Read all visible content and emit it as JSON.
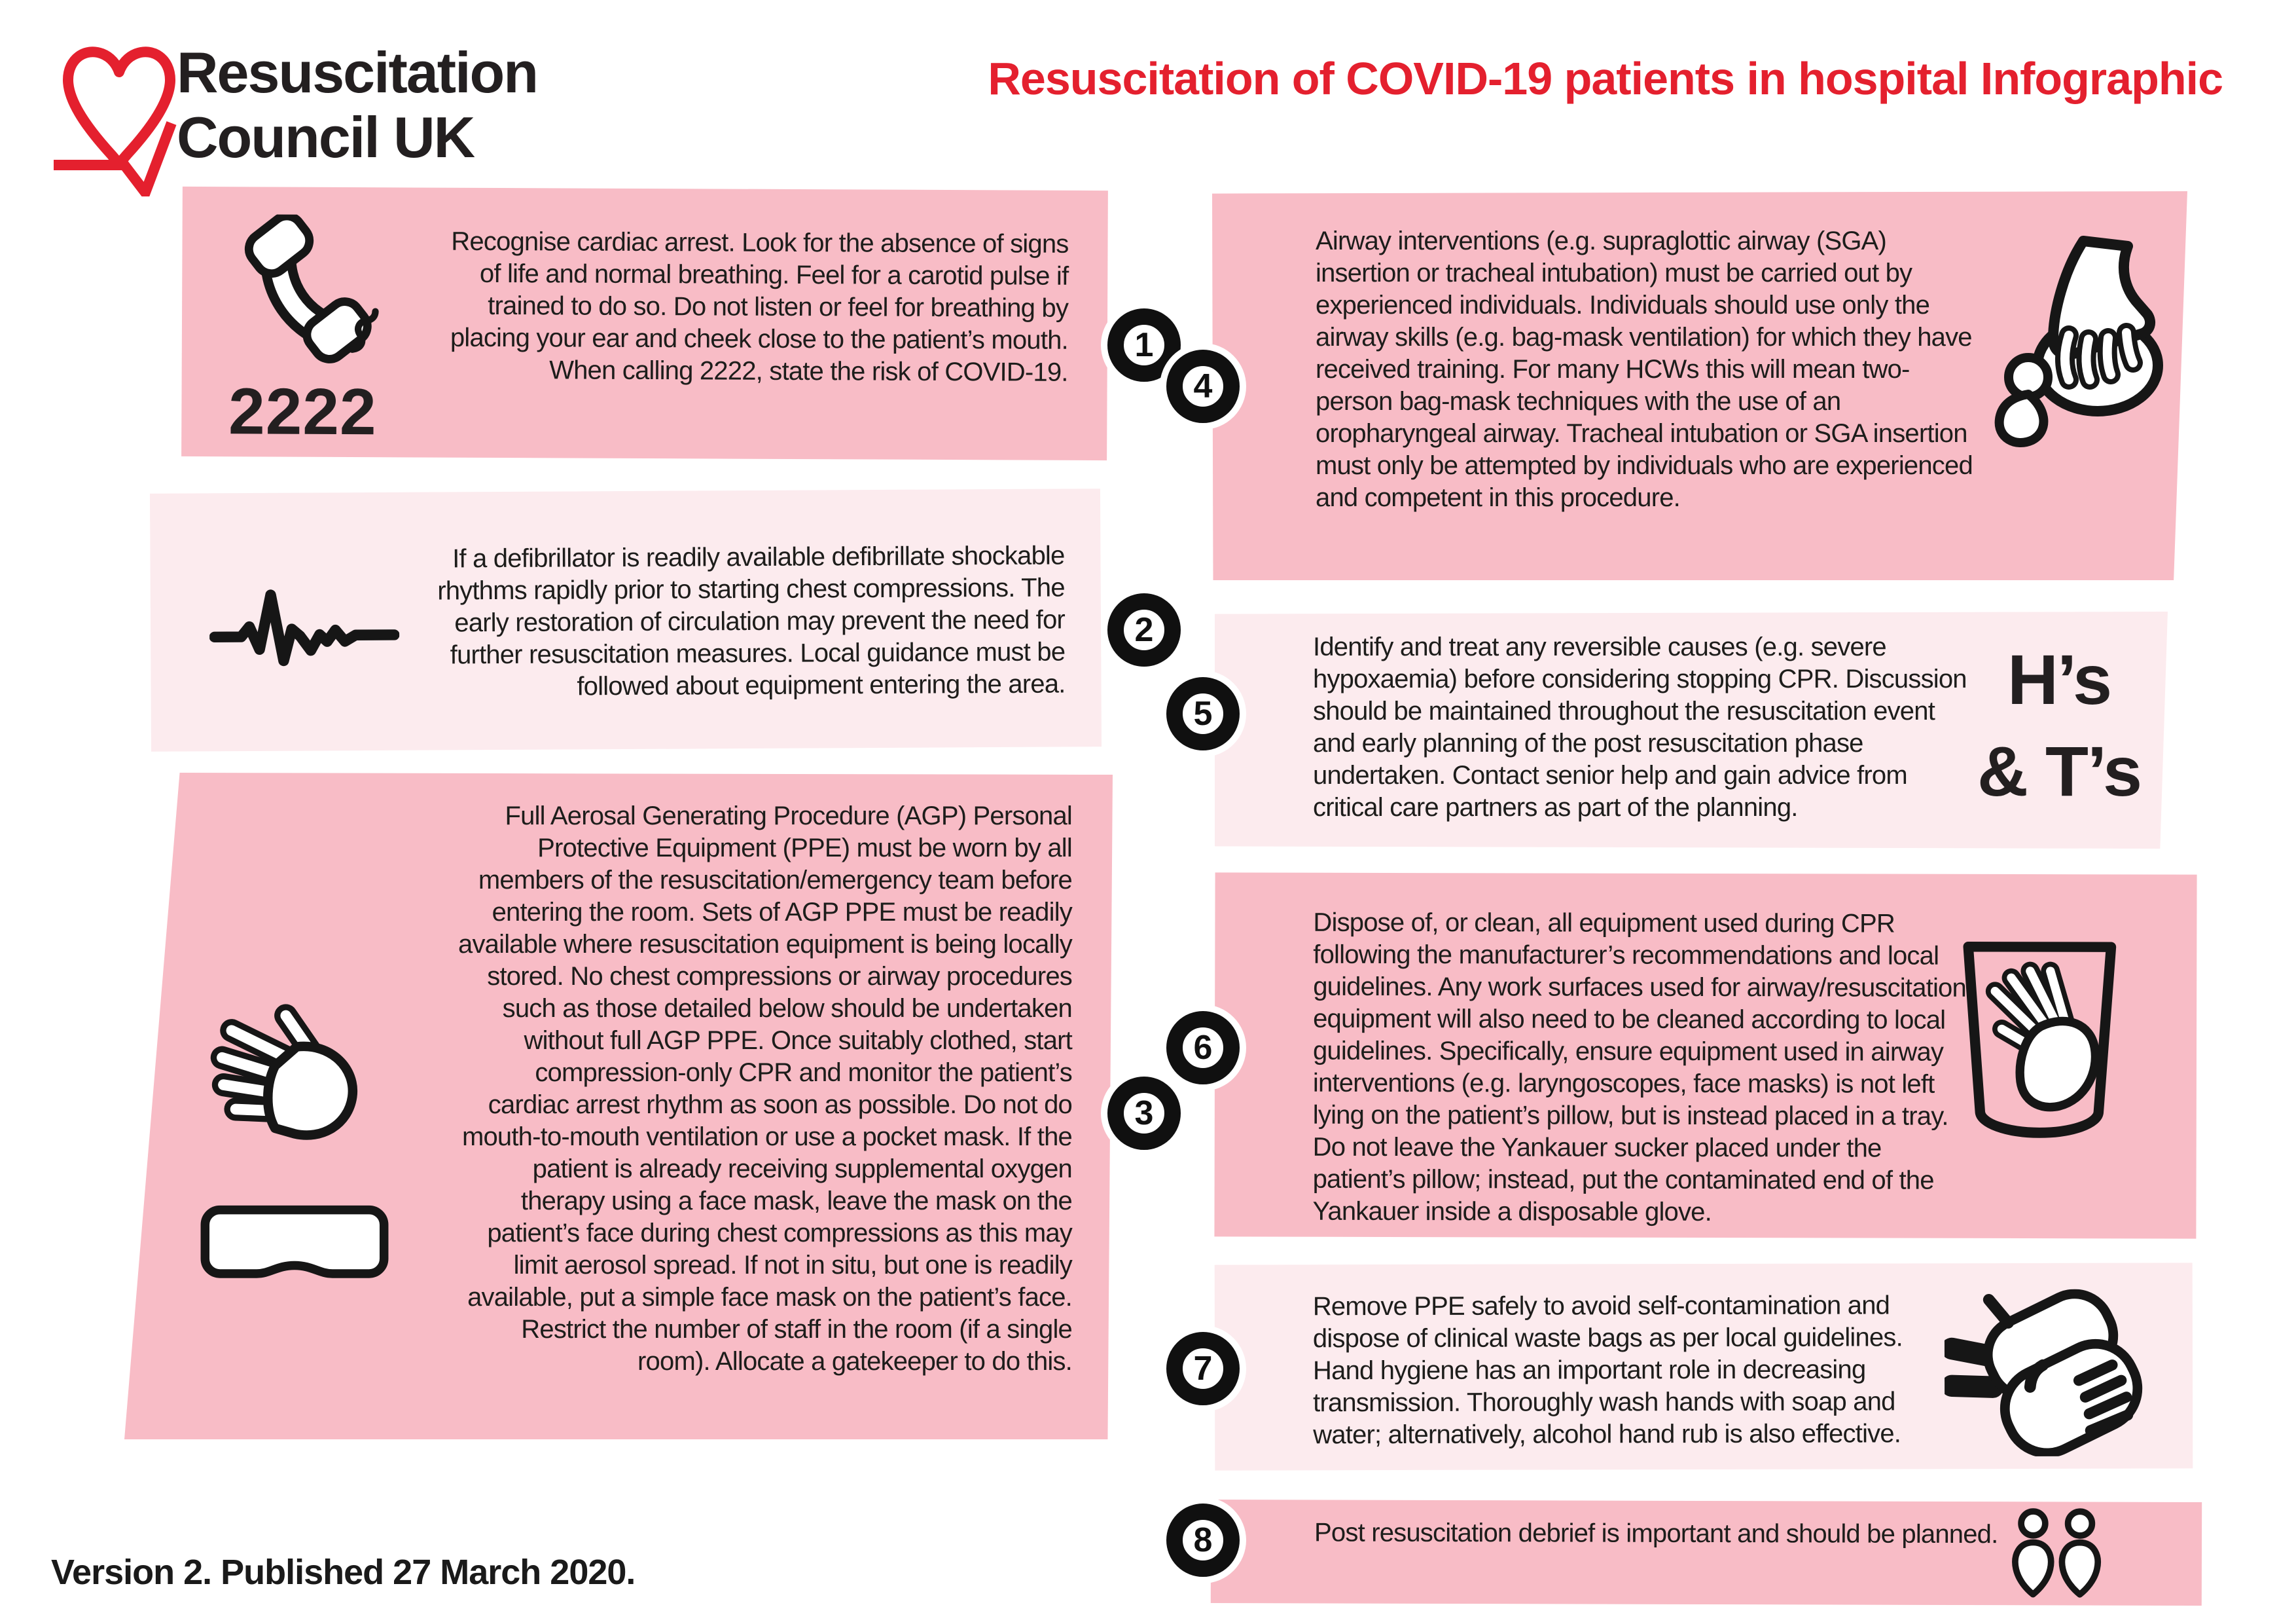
{
  "header": {
    "logo_line1": "Resuscitation",
    "logo_line2": "Council UK",
    "logo_icon": "heart-tick-logo",
    "title": "Resuscitation of COVID-19 patients in hospital Infographic"
  },
  "colors": {
    "accent_red": "#e4202e",
    "box_pink_dark": "#f8bcc6",
    "box_pink_light": "#fcebee",
    "ink": "#1d1d1b"
  },
  "steps": [
    {
      "number": "1",
      "icon": "phone-icon",
      "icon_label": "2222",
      "text": "Recognise cardiac arrest. Look for the absence of signs of life and normal breathing. Feel for a carotid pulse if trained to do so. Do not listen or feel for breathing by placing your ear and cheek close to the patient’s mouth. When calling 2222, state the risk of COVID-19."
    },
    {
      "number": "2",
      "icon": "ecg-waveform-icon",
      "text": "If a defibrillator is readily available defibrillate shockable rhythms rapidly prior to starting chest compressions. The early restoration of circulation may prevent the need for further resuscitation measures. Local guidance must be followed about equipment entering the area."
    },
    {
      "number": "3",
      "icon": "glove-and-mask-icon",
      "text": "Full Aerosal Generating Procedure (AGP) Personal Protective Equipment (PPE) must be worn by all members of the resuscitation/emergency team before entering the room. Sets of AGP PPE must be readily available where resuscitation equipment is being locally stored. No chest compressions or airway procedures such as those detailed below should be undertaken without full AGP PPE. Once suitably clothed, start compression-only CPR and monitor the patient’s cardiac arrest rhythm as soon as possible. Do not do mouth-to-mouth ventilation or use a pocket mask. If the patient is already receiving supplemental oxygen therapy using a face mask, leave the mask on the patient’s face during chest compressions as this may limit aerosol spread. If not in situ, but one is readily available, put a simple face mask on the patient’s face. Restrict the number of staff in the room (if a single room). Allocate a gatekeeper to do this."
    },
    {
      "number": "4",
      "icon": "bag-mask-ventilation-icon",
      "text": "Airway interventions (e.g. supraglottic airway (SGA) insertion or tracheal intubation) must be carried out by experienced individuals. Individuals should use only the airway skills (e.g. bag-mask ventilation) for which they have received training. For many HCWs this will mean two-person bag-mask techniques with the use of an oropharyngeal airway. Tracheal intubation or SGA insertion must only be attempted by individuals who are experienced and competent in this procedure."
    },
    {
      "number": "5",
      "icon": "hs-and-ts-label",
      "hs_line1": "H’s",
      "hs_line2": "& T’s",
      "text": "Identify and treat any reversible causes (e.g. severe hypoxaemia) before considering stopping CPR. Discussion should be maintained throughout the resuscitation event and early planning of the post resuscitation phase undertaken. Contact senior help and gain advice from critical care partners as part of the planning."
    },
    {
      "number": "6",
      "icon": "glove-in-bin-icon",
      "text": "Dispose of, or clean, all equipment used during CPR following the manufacturer’s recommendations and local guidelines. Any work surfaces used for airway/resuscitation equipment will also need to be cleaned according to local guidelines. Specifically, ensure equipment used in airway interventions (e.g. laryngoscopes, face masks) is not left lying on the patient’s pillow, but is instead placed in a tray. Do not leave the Yankauer sucker placed under the patient’s pillow; instead, put the contaminated end of the Yankauer inside a disposable glove."
    },
    {
      "number": "7",
      "icon": "hand-washing-icon",
      "text": "Remove PPE safely to avoid self-contamination and dispose of clinical waste bags as per local guidelines. Hand hygiene has an important role in decreasing transmission. Thoroughly wash hands with soap and water; alternatively, alcohol hand rub is also effective."
    },
    {
      "number": "8",
      "icon": "two-people-debrief-icon",
      "text": "Post resuscitation debrief is important and should be planned."
    }
  ],
  "footer": {
    "version": "Version 2. Published 27 March 2020."
  }
}
